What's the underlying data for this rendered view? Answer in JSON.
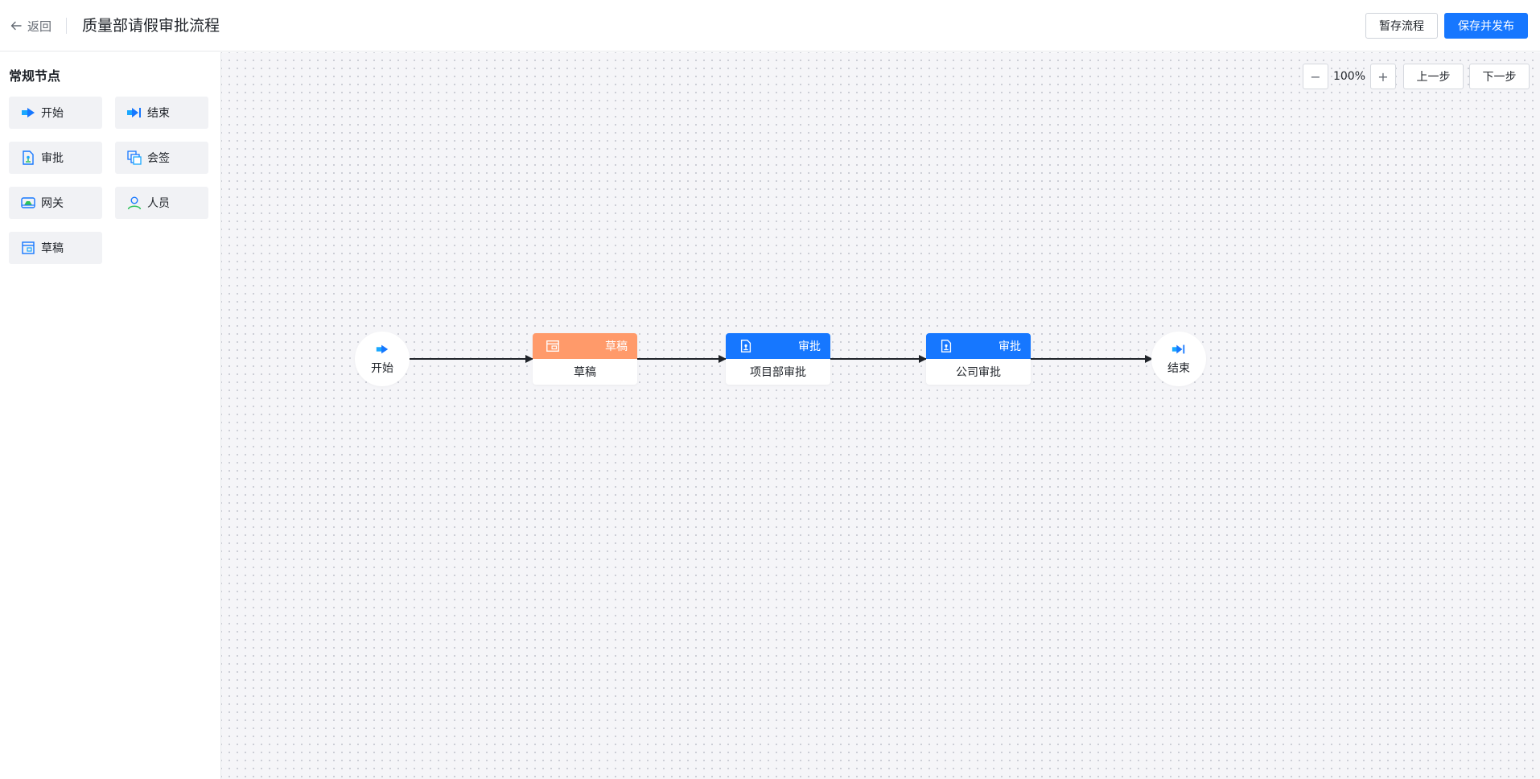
{
  "header": {
    "back_label": "返回",
    "title": "质量部请假审批流程",
    "temp_save_label": "暂存流程",
    "publish_label": "保存并发布",
    "publish_color": "#1677ff"
  },
  "sidebar": {
    "title": "常规节点",
    "nodes": [
      {
        "label": "开始",
        "icon": "start-arrow-icon"
      },
      {
        "label": "结束",
        "icon": "end-arrow-icon"
      },
      {
        "label": "审批",
        "icon": "approval-doc-icon"
      },
      {
        "label": "会签",
        "icon": "countersign-icon"
      },
      {
        "label": "网关",
        "icon": "gateway-icon"
      },
      {
        "label": "人员",
        "icon": "person-icon"
      },
      {
        "label": "草稿",
        "icon": "draft-icon"
      }
    ]
  },
  "toolbar": {
    "zoom_out_symbol": "−",
    "zoom_level": "100%",
    "zoom_in_symbol": "+",
    "undo_label": "上一步",
    "redo_label": "下一步"
  },
  "flow": {
    "start": {
      "label": "开始",
      "icon": "start-arrow-icon"
    },
    "nodes": [
      {
        "type_label": "草稿",
        "name": "草稿",
        "color": "#ff9a6a",
        "icon": "draft-icon"
      },
      {
        "type_label": "审批",
        "name": "项目部审批",
        "color": "#1677ff",
        "icon": "approval-doc-icon"
      },
      {
        "type_label": "审批",
        "name": "公司审批",
        "color": "#1677ff",
        "icon": "approval-doc-icon"
      }
    ],
    "end": {
      "label": "结束",
      "icon": "end-arrow-icon"
    }
  }
}
